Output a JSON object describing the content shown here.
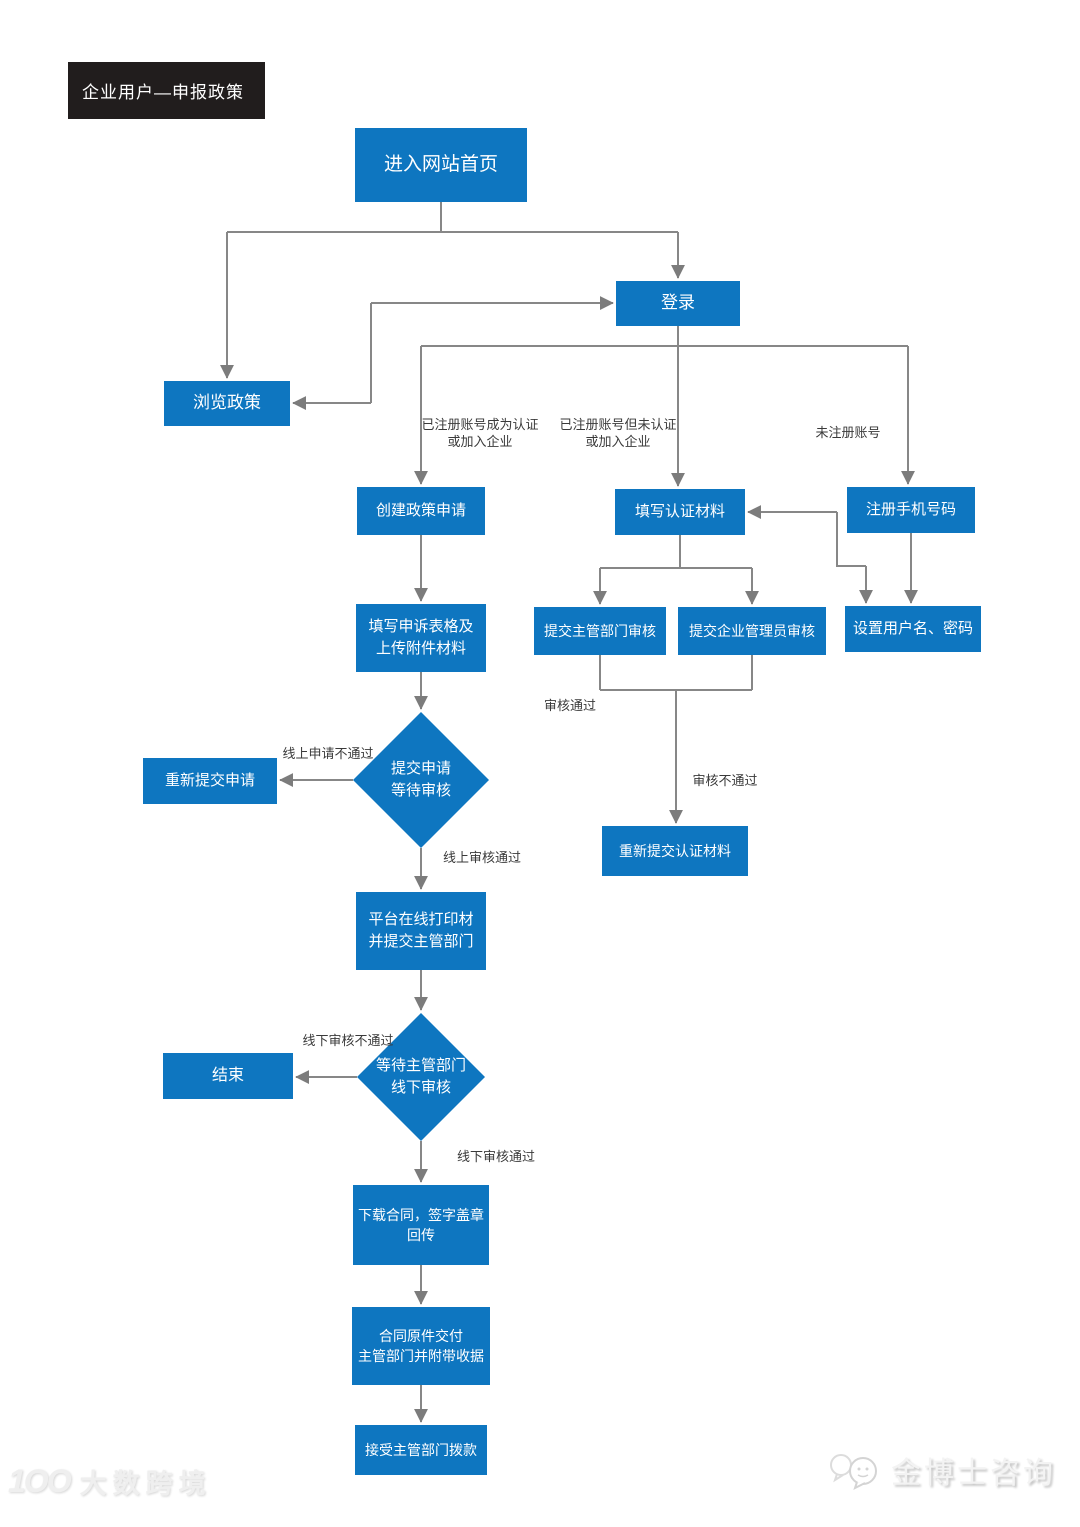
{
  "title_box": {
    "label": "企业用户—申报政策"
  },
  "colors": {
    "node_blue": "#0e76c0",
    "line_gray": "#878787",
    "label_text": "#3a3a3a",
    "title_bg": "#211d1d"
  },
  "nodes": {
    "enter_homepage": {
      "label": "进入网站首页"
    },
    "login": {
      "label": "登录"
    },
    "browse_policy": {
      "label": "浏览政策"
    },
    "create_application": {
      "label": "创建政策申请"
    },
    "fill_cert_materials": {
      "label": "填写认证材料"
    },
    "register_phone": {
      "label": "注册手机号码"
    },
    "fill_appeal_form": {
      "label": "填写申诉表格及\n上传附件材料"
    },
    "submit_dept_review": {
      "label": "提交主管部门审核"
    },
    "submit_admin_review": {
      "label": "提交企业管理员审核"
    },
    "set_username": {
      "label": "设置用户名、密码"
    },
    "decision_online": {
      "label": "提交申请\n等待审核"
    },
    "resubmit_application": {
      "label": "重新提交申请"
    },
    "resubmit_cert": {
      "label": "重新提交认证材料"
    },
    "print_materials": {
      "label": "平台在线打印材\n并提交主管部门"
    },
    "decision_offline": {
      "label": "等待主管部门\n线下审核"
    },
    "end": {
      "label": "结束"
    },
    "download_contract": {
      "label": "下载合同，签字盖章\n回传"
    },
    "deliver_contract": {
      "label": "合同原件交付\n主管部门并附带收据"
    },
    "receive_funds": {
      "label": "接受主管部门拨款"
    }
  },
  "edge_labels": {
    "registered_certified": "已注册账号成为认证\n或加入企业",
    "registered_uncertified": "已注册账号但未认证\n或加入企业",
    "unregistered": "未注册账号",
    "online_reject": "线上申请不通过",
    "online_pass": "线上审核通过",
    "review_pass": "审核通过",
    "review_fail": "审核不通过",
    "offline_reject": "线下审核不通过",
    "offline_pass": "线下审核通过"
  },
  "watermarks": {
    "bottom_left": {
      "logo": "1OO",
      "text": "大数跨境"
    },
    "bottom_right": {
      "text": "金博士咨询"
    }
  }
}
